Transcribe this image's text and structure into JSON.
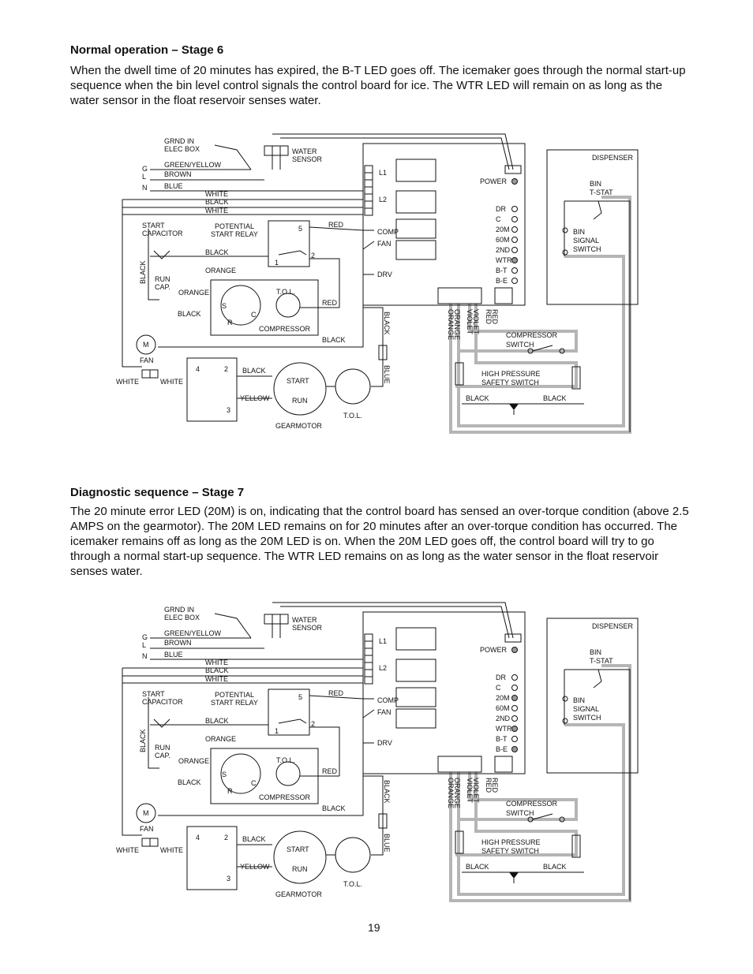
{
  "page": {
    "number": "19"
  },
  "sections": [
    {
      "heading": "Normal operation – Stage 6",
      "paragraph": "When the dwell time of 20 minutes has expired, the B-T LED goes off. The icemaker goes through the normal start-up sequence when the bin level control signals the control board for ice. The WTR LED will remain on as long as the water sensor in the float reservoir senses water.",
      "lit_leds": [
        "POWER",
        "WTR"
      ]
    },
    {
      "heading": "Diagnostic sequence – Stage 7",
      "paragraph": "The 20 minute error LED (20M) is on, indicating that the control board has sensed an over-torque condition (above 2.5 AMPS on the gearmotor). The 20M LED remains on for 20 minutes after an over-torque condition has occurred. The icemaker remains off as long as the 20M LED is on. When the 20M LED goes off, the control board will try to go through a normal start-up sequence. The WTR LED remains on as long as the water sensor in the float reservoir senses water.",
      "lit_leds": [
        "POWER",
        "20M",
        "WTR",
        "B-E"
      ]
    }
  ],
  "diagram_labels": {
    "grnd": [
      "GRND IN",
      "ELEC BOX"
    ],
    "line_letters": [
      "G",
      "L",
      "N"
    ],
    "supply_wires": [
      "GREEN/YELLOW",
      "BROWN",
      "BLUE"
    ],
    "wire_white": "WHITE",
    "wire_black": "BLACK",
    "wire_red": "RED",
    "wire_orange": "ORANGE",
    "wire_blue": "BLUE",
    "wire_yellow": "YELLOW",
    "wire_violet": "VIOLET",
    "water_sensor": [
      "WATER",
      "SENSOR"
    ],
    "start_capacitor": [
      "START",
      "CAPACITOR"
    ],
    "potential_relay": [
      "POTENTIAL",
      "START RELAY"
    ],
    "run_cap": [
      "RUN",
      "CAP."
    ],
    "tol": "T.O.L.",
    "compressor": "COMPRESSOR",
    "fan": "FAN",
    "motor": "M",
    "start": "START",
    "run": "RUN",
    "gearmotor": "GEARMOTOR",
    "terminals": {
      "l1": "L1",
      "l2": "L2",
      "comp": "COMP",
      "fan": "FAN",
      "drv": "DRV"
    },
    "relay_pins": [
      "5",
      "1",
      "2"
    ],
    "gear_relay_pins": [
      "4",
      "2",
      "3"
    ],
    "comp_pins": [
      "S",
      "C",
      "R"
    ],
    "leds": [
      "POWER",
      "DR",
      "C",
      "20M",
      "60M",
      "2ND",
      "WTR",
      "B-T",
      "B-E"
    ],
    "dispenser": "DISPENSER",
    "bin_tstat": [
      "BIN",
      "T-STAT"
    ],
    "bin_signal": [
      "BIN",
      "SIGNAL",
      "SWITCH"
    ],
    "compressor_switch": [
      "COMPRESSOR",
      "SWITCH"
    ],
    "hps": [
      "HIGH PRESSURE",
      "SAFETY SWITCH"
    ]
  },
  "colors": {
    "led_on": "#9a9a9a",
    "led_off": "#ffffff",
    "harness": "#b5b5b5"
  }
}
